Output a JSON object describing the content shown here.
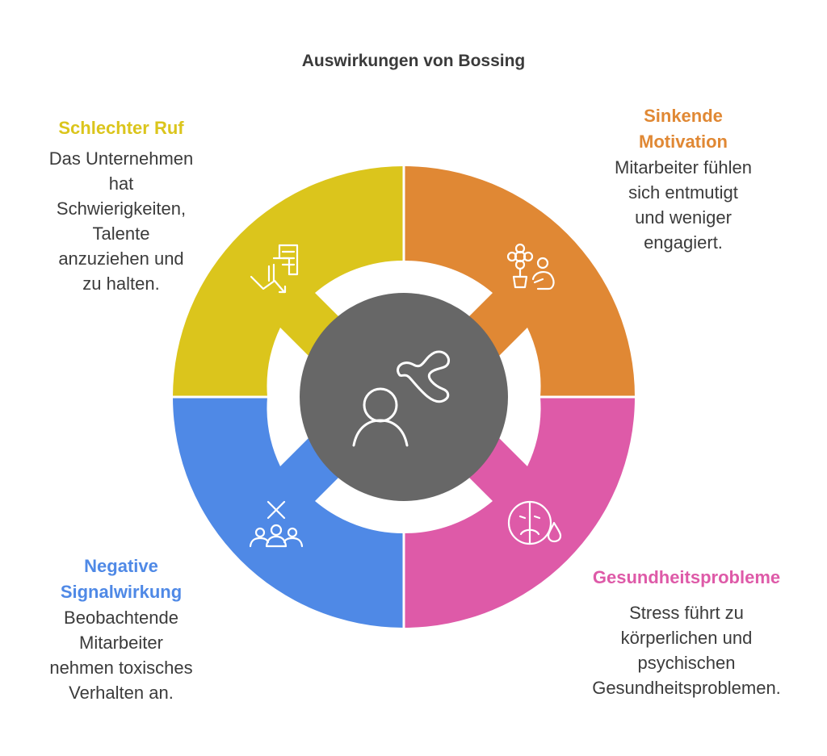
{
  "title": "Auswirkungen von Bossing",
  "colors": {
    "yellow": "#DBC51C",
    "orange": "#E08834",
    "pink": "#DE5AA8",
    "blue": "#4F89E6",
    "center": "#676767",
    "text": "#3b3b3b"
  },
  "segments": [
    {
      "key": "tl",
      "heading": "Schlechter Ruf",
      "lines": [
        "Das Unternehmen",
        "hat",
        "Schwierigkeiten,",
        "Talente",
        "anzuziehen und",
        "zu halten."
      ],
      "icon": "declining-building-icon"
    },
    {
      "key": "tr",
      "heading_lines": [
        "Sinkende",
        "Motivation"
      ],
      "lines": [
        "Mitarbeiter fühlen",
        "sich entmutigt",
        "und weniger",
        "engagiert."
      ],
      "icon": "wilting-flower-person-icon"
    },
    {
      "key": "bl",
      "heading_lines": [
        "Negative",
        "Signalwirkung"
      ],
      "lines": [
        "Beobachtende",
        "Mitarbeiter",
        "nehmen toxisches",
        "Verhalten an."
      ],
      "icon": "group-cross-icon"
    },
    {
      "key": "br",
      "heading": "Gesundheitsprobleme",
      "lines": [
        "Stress führt zu",
        "körperlichen und",
        "psychischen",
        "Gesundheitsproblemen."
      ],
      "icon": "sad-face-tear-icon"
    }
  ],
  "center_icon": "person-stress-icon"
}
